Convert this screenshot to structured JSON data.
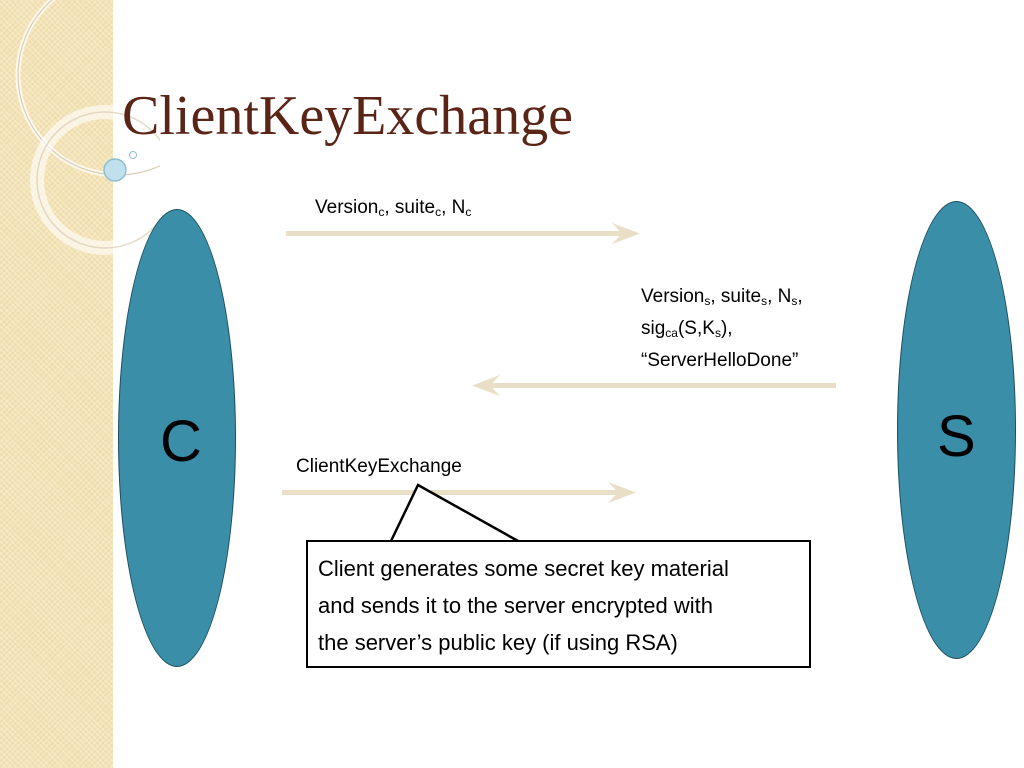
{
  "slide": {
    "title": "ClientKeyExchange"
  },
  "parties": {
    "client": "C",
    "server": "S"
  },
  "messages": {
    "client_hello": {
      "v": "Version",
      "v_sub": "c",
      "s": ", suite",
      "s_sub": "c",
      "n": ", N",
      "n_sub": "c"
    },
    "server_hello": {
      "v": "Version",
      "v_sub": "s",
      "s": ", suite",
      "s_sub": "s",
      "n": ", N",
      "n_sub": "s",
      "n_tail": ",",
      "sig": "sig",
      "sig_sub": "ca",
      "sig_open": "(S,K",
      "k_sub": "s",
      "sig_close": "),",
      "done": "“ServerHelloDone”"
    },
    "client_key_exchange": "ClientKeyExchange"
  },
  "callout": {
    "line1": "Client generates some secret key material",
    "line2": "and sends it to the server encrypted with",
    "line3": "the server’s public key (if using RSA)"
  },
  "colors": {
    "title": "#5a2416",
    "ellipse_fill": "#3a8ea8",
    "arrow": "#e9dfc7",
    "sidebar": "#f3e3b6"
  }
}
